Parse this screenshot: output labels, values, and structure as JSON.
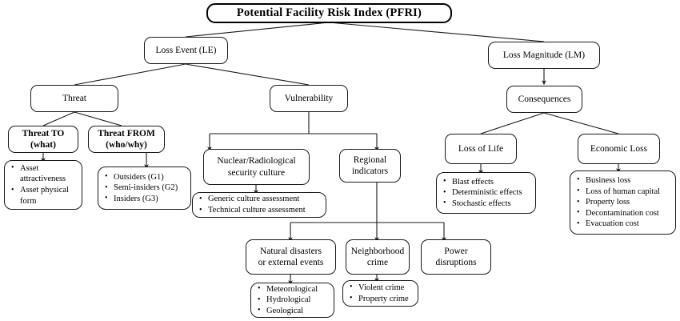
{
  "diagram": {
    "title": "Potential Facility Risk Index (PFRI)",
    "type": "hierarchy-tree",
    "background": "#ffffff",
    "line_color": "#1a1a1a"
  },
  "nodes": {
    "root": "Potential Facility Risk Index (PFRI)",
    "loss_event": "Loss Event (LE)",
    "loss_magnitude": "Loss Magnitude (LM)",
    "threat": "Threat",
    "vulnerability": "Vulnerability",
    "consequences": "Consequences",
    "threat_to": "Threat TO\n(what)",
    "threat_to_l1": "Threat TO",
    "threat_to_l2": "(what)",
    "threat_from_l1": "Threat FROM",
    "threat_from_l2": "(who/why)",
    "nuclear_l1": "Nuclear/Radiological",
    "nuclear_l2": "security culture",
    "regional_l1": "Regional",
    "regional_l2": "indicators",
    "loss_of_life": "Loss of Life",
    "economic_loss": "Economic Loss",
    "natural_l1": "Natural disasters",
    "natural_l2": "or external events",
    "neighborhood_l1": "Neighborhood",
    "neighborhood_l2": "crime",
    "power_l1": "Power",
    "power_l2": "disruptions"
  },
  "lists": {
    "threat_to_items": [
      "Asset attractiveness",
      "Asset physical form"
    ],
    "threat_from_items": [
      "Outsiders (G1)",
      "Semi-insiders (G2)",
      "Insiders (G3)"
    ],
    "culture_items": [
      "Generic culture assessment",
      "Technical culture assessment"
    ],
    "natural_items": [
      "Meteorological",
      "Hydrological",
      "Geological"
    ],
    "neighborhood_items": [
      "Violent crime",
      "Property crime"
    ],
    "loss_of_life_items": [
      "Blast effects",
      "Deterministic effects",
      "Stochastic effects"
    ],
    "economic_loss_items": [
      "Business loss",
      "Loss of human capital",
      "Property loss",
      "Decontamination cost",
      "Evacuation cost"
    ]
  }
}
